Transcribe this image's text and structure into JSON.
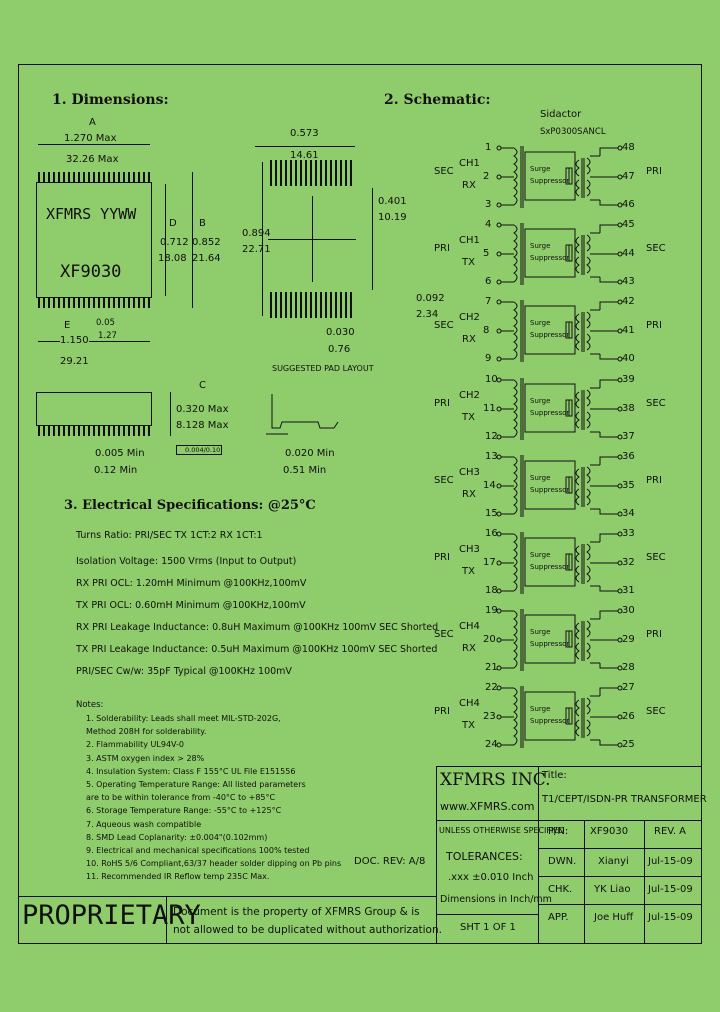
{
  "sections": {
    "dimensions": "1. Dimensions:",
    "schematic": "2. Schematic:",
    "electrical": "3. Electrical  Specifications: @25°C"
  },
  "dims": {
    "a_label": "A",
    "a_in": "1.270 Max",
    "a_mm": "32.26 Max",
    "body_line1": "XFMRS YYWW",
    "body_line2": "XF9030",
    "d_label": "D",
    "b_label": "B",
    "d_in": "0.712",
    "b_in": "0.852",
    "d_mm": "18.08",
    "b_mm": "21.64",
    "pitch_in": "0.05",
    "pitch_mm": "1.27",
    "e_label": "E",
    "e_in": "1.150",
    "e_mm": "29.21",
    "c_label": "C",
    "c_in": "0.320 Max",
    "c_mm": "8.128 Max",
    "lead_in": "0.005 Min",
    "lead_mm": "0.12 Min",
    "coplanarity": "0.004/0.10",
    "pad_w_in": "0.573",
    "pad_w_mm": "14.61",
    "pad_h_in": "0.894",
    "pad_h_mm": "22.71",
    "pad_a_in": "0.401",
    "pad_a_mm": "10.19",
    "pad_b_in": "0.092",
    "pad_b_mm": "2.34",
    "pad_c_in": "0.030",
    "pad_c_mm": "0.76",
    "pad_title": "SUGGESTED PAD LAYOUT",
    "foot_in": "0.020 Min",
    "foot_mm": "0.51 Min"
  },
  "schematic": {
    "sidactor": "Sidactor",
    "part": "SxP0300SANCL",
    "suppressor_l1": "Surge",
    "suppressor_l2": "Suppressor",
    "blocks": [
      {
        "left": "SEC",
        "ch": "CH1",
        "dir": "RX",
        "right": "PRI",
        "pl": [
          "1",
          "2",
          "3"
        ],
        "pr": [
          "48",
          "47",
          "46"
        ]
      },
      {
        "left": "PRI",
        "ch": "CH1",
        "dir": "TX",
        "right": "SEC",
        "pl": [
          "4",
          "5",
          "6"
        ],
        "pr": [
          "45",
          "44",
          "43"
        ]
      },
      {
        "left": "SEC",
        "ch": "CH2",
        "dir": "RX",
        "right": "PRI",
        "pl": [
          "7",
          "8",
          "9"
        ],
        "pr": [
          "42",
          "41",
          "40"
        ]
      },
      {
        "left": "PRI",
        "ch": "CH2",
        "dir": "TX",
        "right": "SEC",
        "pl": [
          "10",
          "11",
          "12"
        ],
        "pr": [
          "39",
          "38",
          "37"
        ]
      },
      {
        "left": "SEC",
        "ch": "CH3",
        "dir": "RX",
        "right": "PRI",
        "pl": [
          "13",
          "14",
          "15"
        ],
        "pr": [
          "36",
          "35",
          "34"
        ]
      },
      {
        "left": "PRI",
        "ch": "CH3",
        "dir": "TX",
        "right": "SEC",
        "pl": [
          "16",
          "17",
          "18"
        ],
        "pr": [
          "33",
          "32",
          "31"
        ]
      },
      {
        "left": "SEC",
        "ch": "CH4",
        "dir": "RX",
        "right": "PRI",
        "pl": [
          "19",
          "20",
          "21"
        ],
        "pr": [
          "30",
          "29",
          "28"
        ]
      },
      {
        "left": "PRI",
        "ch": "CH4",
        "dir": "TX",
        "right": "SEC",
        "pl": [
          "22",
          "23",
          "24"
        ],
        "pr": [
          "27",
          "26",
          "25"
        ]
      }
    ]
  },
  "specs": [
    "Turns Ratio: PRI/SEC TX 1CT:2    RX 1CT:1",
    "Isolation Voltage: 1500 Vrms (Input to Output)",
    "RX PRI OCL: 1.20mH Minimum @100KHz,100mV",
    "TX PRI OCL: 0.60mH Minimum @100KHz,100mV",
    "RX PRI Leakage Inductance: 0.8uH Maximum @100KHz 100mV SEC Shorted",
    "TX PRI Leakage Inductance: 0.5uH Maximum @100KHz 100mV SEC Shorted",
    "PRI/SEC Cw/w: 35pF Typical @100KHz 100mV"
  ],
  "notes_title": "Notes:",
  "notes": [
    "1. Solderability: Leads shall meet MIL-STD-202G,",
    "    Method 208H for solderability.",
    "2. Flammability UL94V-0",
    "3. ASTM oxygen index > 28%",
    "4. Insulation System: Class F 155°C UL File E151556",
    "5. Operating Temperature Range: All listed parameters",
    "    are to be within tolerance from -40°C to +85°C",
    "6. Storage Temperature Range: -55°C to +125°C",
    "7. Aqueous wash compatible",
    "8. SMD Lead Coplanarity: ±0.004\"(0.102mm)",
    "9. Electrical and mechanical specifications 100% tested",
    "10. RoHS 5/6 Compliant,63/37 header solder dipping on Pb pins",
    "11. Recommended IR Reflow temp 235C Max."
  ],
  "doc_rev": "DOC. REV: A/8",
  "title_block": {
    "company": "XFMRS INC.",
    "website": "www.XFMRS.com",
    "title_label": "Title:",
    "title": "T1/CEPT/ISDN-PR  TRANSFORMER",
    "unless": "UNLESS OTHERWISE SPECIFIED",
    "pn_label": "P/N:",
    "pn": "XF9030",
    "rev": "REV. A",
    "tol_label": "TOLERANCES:",
    "tol_value": ".xxx  ±0.010 Inch",
    "dims_unit": "Dimensions in Inch/mm",
    "dwn_label": "DWN.",
    "dwn_name": "Xianyi",
    "dwn_date": "Jul-15-09",
    "chk_label": "CHK.",
    "chk_name": "YK Liao",
    "chk_date": "Jul-15-09",
    "app_label": "APP.",
    "app_name": "Joe  Huff",
    "app_date": "Jul-15-09",
    "sheet": "SHT 1 OF 1"
  },
  "proprietary": "PROPRIETARY",
  "proprietary_text1": "Document is the property of XFMRS Group & is",
  "proprietary_text2": "not allowed to be duplicated without authorization."
}
